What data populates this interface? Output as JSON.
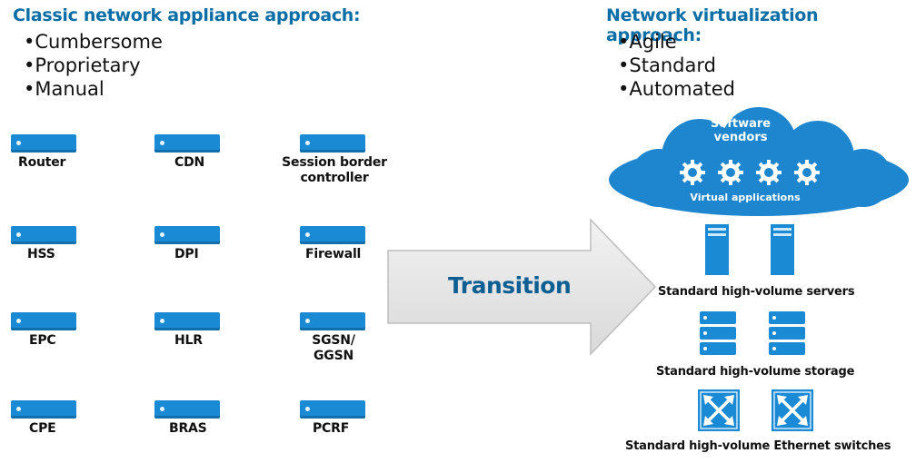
{
  "left": {
    "heading": "Classic network appliance approach:",
    "bullets": [
      "Cumbersome",
      "Proprietary",
      "Manual"
    ],
    "appliances": [
      {
        "label": "Router"
      },
      {
        "label": "CDN"
      },
      {
        "label": "Session border controller"
      },
      {
        "label": "HSS"
      },
      {
        "label": "DPI"
      },
      {
        "label": "Firewall"
      },
      {
        "label": "EPC"
      },
      {
        "label": "HLR"
      },
      {
        "label": "SGSN/ GGSN"
      },
      {
        "label": "CPE"
      },
      {
        "label": "BRAS"
      },
      {
        "label": "PCRF"
      }
    ]
  },
  "center": {
    "arrow_label": "Transition"
  },
  "right": {
    "heading": "Network virtualization approach:",
    "bullets": [
      "Agile",
      "Standard",
      "Automated"
    ],
    "cloud": {
      "title": "Software vendors",
      "subtitle": "Virtual applications",
      "gear_icon": "gear-icon"
    },
    "servers_label": "Standard high-volume servers",
    "storage_label": "Standard high-volume storage",
    "switches_label": "Standard high-volume Ethernet switches"
  },
  "colors": {
    "accent": "#1a8ad4",
    "heading": "#0b6ea6",
    "arrow": "#e6e6e6"
  }
}
